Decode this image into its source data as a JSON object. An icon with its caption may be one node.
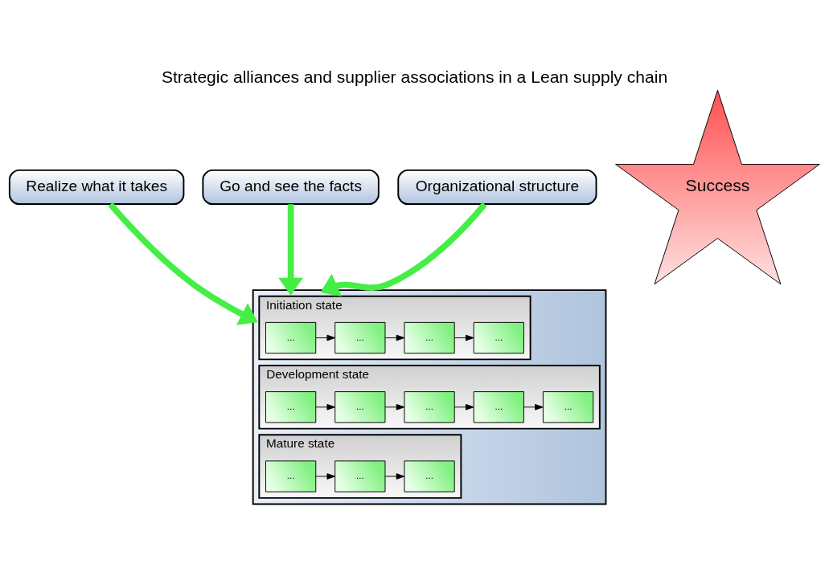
{
  "diagram": {
    "title": "Strategic alliances and supplier associations in a Lean supply chain",
    "nodes": [
      {
        "text": [
          "Realize what it takes"
        ]
      },
      {
        "text": [
          "Go and see the facts"
        ]
      },
      {
        "text": [
          "Organizational structure"
        ]
      },
      {
        "text": [],
        "shape": "box"
      },
      {
        "text": [
          "Initiation state"
        ],
        "in": 3
      },
      {
        "text": [
          "..."
        ],
        "in": 4
      },
      {
        "text": [
          "..."
        ],
        "in": 4
      },
      {
        "text": [
          "..."
        ],
        "in": 4
      },
      {
        "text": [
          "..."
        ],
        "in": 4
      },
      {
        "text": [
          "Development state"
        ],
        "in": 3
      },
      {
        "text": [
          "..."
        ],
        "in": 9
      },
      {
        "text": [
          "..."
        ],
        "in": 9
      },
      {
        "text": [
          "..."
        ],
        "in": 9
      },
      {
        "text": [
          "..."
        ],
        "in": 9
      },
      {
        "text": [
          "..."
        ],
        "in": 9
      },
      {
        "text": [
          "Mature state"
        ],
        "in": 3
      },
      {
        "text": [
          "..."
        ],
        "in": 15
      },
      {
        "text": [
          "..."
        ],
        "in": 15
      },
      {
        "text": [
          "..."
        ],
        "in": 15
      },
      {
        "text": [
          "Success"
        ]
      }
    ],
    "edges": [
      {
        "from": 0,
        "to": 3,
        "arrow": "to",
        "style": "thick",
        "color": "#44ee44"
      },
      {
        "from": 1,
        "to": 3,
        "arrow": "to",
        "style": "thick",
        "color": "#44ee44"
      },
      {
        "from": 2,
        "to": 3,
        "arrow": "to",
        "style": "thick",
        "color": "#44ee44"
      },
      {
        "from": 5,
        "to": 6,
        "arrow": "to"
      },
      {
        "from": 6,
        "to": 7,
        "arrow": "to"
      },
      {
        "from": 7,
        "to": 8,
        "arrow": "to"
      },
      {
        "from": 10,
        "to": 11,
        "arrow": "to"
      },
      {
        "from": 11,
        "to": 12,
        "arrow": "to"
      },
      {
        "from": 12,
        "to": 13,
        "arrow": "to"
      },
      {
        "from": 13,
        "to": 14,
        "arrow": "to"
      },
      {
        "from": 16,
        "to": 17,
        "arrow": "to"
      },
      {
        "from": 17,
        "to": 18,
        "arrow": "to"
      }
    ]
  }
}
